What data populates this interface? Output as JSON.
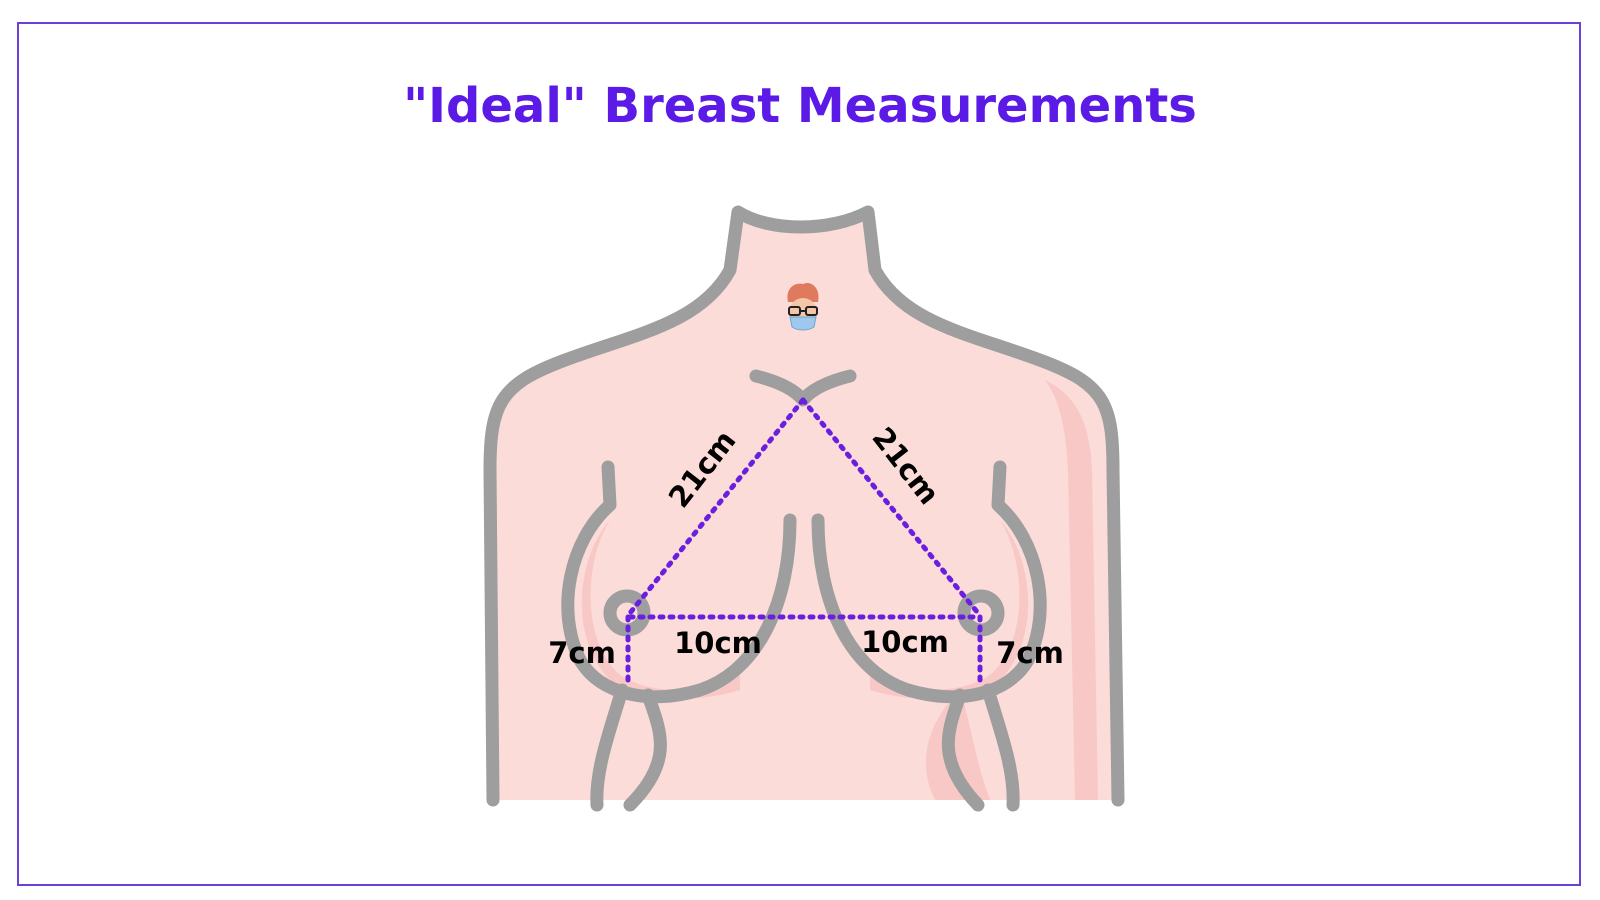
{
  "title": "\"Ideal\" Breast Measurements",
  "colors": {
    "title": "#5b1ae6",
    "frame": "#6c3fd8",
    "outline": "#9e9e9e",
    "skin": "#fbdcd8",
    "skin_shade": "#f8c8c6",
    "measure_line": "#6a1fe0"
  },
  "measurements": {
    "left_diagonal": "21cm",
    "right_diagonal": "21cm",
    "left_horizontal": "10cm",
    "right_horizontal": "10cm",
    "left_vertical": "7cm",
    "right_vertical": "7cm"
  },
  "logo": {
    "icon": "doctor-avatar-with-mask-icon"
  }
}
